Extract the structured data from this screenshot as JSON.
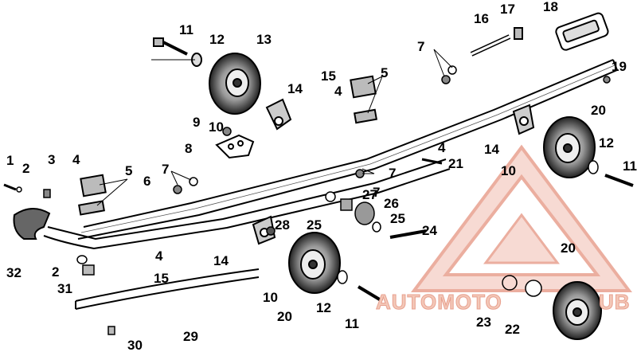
{
  "watermark": {
    "text_left": "AUTOMOTO",
    "text_right": "UB",
    "color": "#e8a08f",
    "text_color": "#f3c8b8"
  },
  "callouts": {
    "c1": "1",
    "c2a": "2",
    "c2b": "2",
    "c3": "3",
    "c4a": "4",
    "c4b": "4",
    "c4c": "4",
    "c5a": "5",
    "c5b": "5",
    "c6": "6",
    "c7a": "7",
    "c7b": "7",
    "c7c": "7",
    "c8": "8",
    "c9": "9",
    "c10a": "10",
    "c10b": "10",
    "c10c": "10",
    "c11a": "11",
    "c11b": "11",
    "c11c": "11",
    "c12a": "12",
    "c12b": "12",
    "c12c": "12",
    "c13": "13",
    "c14a": "14",
    "c14b": "14",
    "c14c": "14",
    "c15a": "15",
    "c15b": "15",
    "c16": "16",
    "c17": "17",
    "c18": "18",
    "c19": "19",
    "c20a": "20",
    "c20b": "20",
    "c20c": "20",
    "c21": "21",
    "c22": "22",
    "c23": "23",
    "c24": "24",
    "c25a": "25",
    "c25b": "25",
    "c26": "26",
    "c27": "27",
    "c28": "28",
    "c29": "29",
    "c30": "30",
    "c31": "31",
    "c32": "32"
  }
}
